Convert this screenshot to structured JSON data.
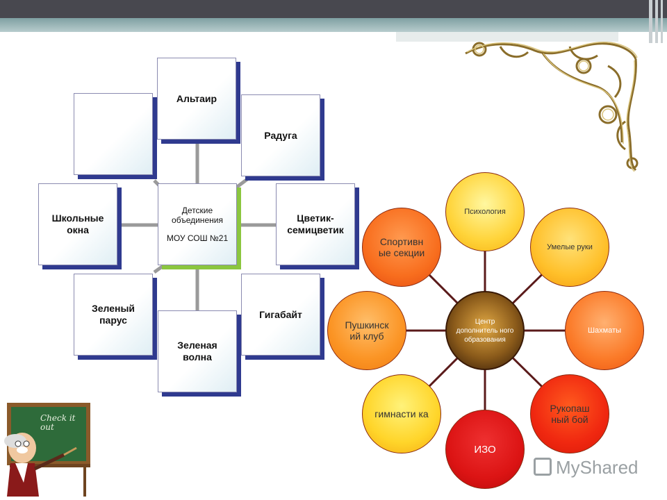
{
  "diagram_left": {
    "boxes": [
      {
        "id": "empty",
        "label": ""
      },
      {
        "id": "altair",
        "label": "Альтаир"
      },
      {
        "id": "raduga",
        "label": "Радуга"
      },
      {
        "id": "shkolnye",
        "label": "Школьные окна"
      },
      {
        "id": "tsvetik",
        "label": "Цветик-семицветик"
      },
      {
        "id": "zeleny_parus",
        "label": "Зеленый парус"
      },
      {
        "id": "gigabait",
        "label": "Гигабайт"
      },
      {
        "id": "zelenaya_volna",
        "label": "Зеленая волна"
      }
    ],
    "center": {
      "line1": "Детские объединения",
      "line2": "МОУ СОШ №21"
    }
  },
  "diagram_right": {
    "center": "Центр дополнитель ного образования",
    "satellites": [
      {
        "id": "psihologiya",
        "label": "Психология"
      },
      {
        "id": "umelye",
        "label": "Умелые руки"
      },
      {
        "id": "shahmaty",
        "label": "Шахматы"
      },
      {
        "id": "rukopash",
        "label": "Рукопаш ный бой"
      },
      {
        "id": "izo",
        "label": "ИЗО"
      },
      {
        "id": "gimnastika",
        "label": "гимнасти ка"
      },
      {
        "id": "pushkin",
        "label": "Пушкинск ий клуб"
      },
      {
        "id": "sport",
        "label": "Спортивн ые секции"
      }
    ]
  },
  "chalkboard": {
    "text": "Check it out"
  },
  "watermark": {
    "text": "MyShared"
  },
  "colors": {
    "box_shadow": "#2f3a8f",
    "center_shadow": "#8bc63f",
    "connector": "#9a9a9a",
    "spoke": "#5a1a1a"
  }
}
